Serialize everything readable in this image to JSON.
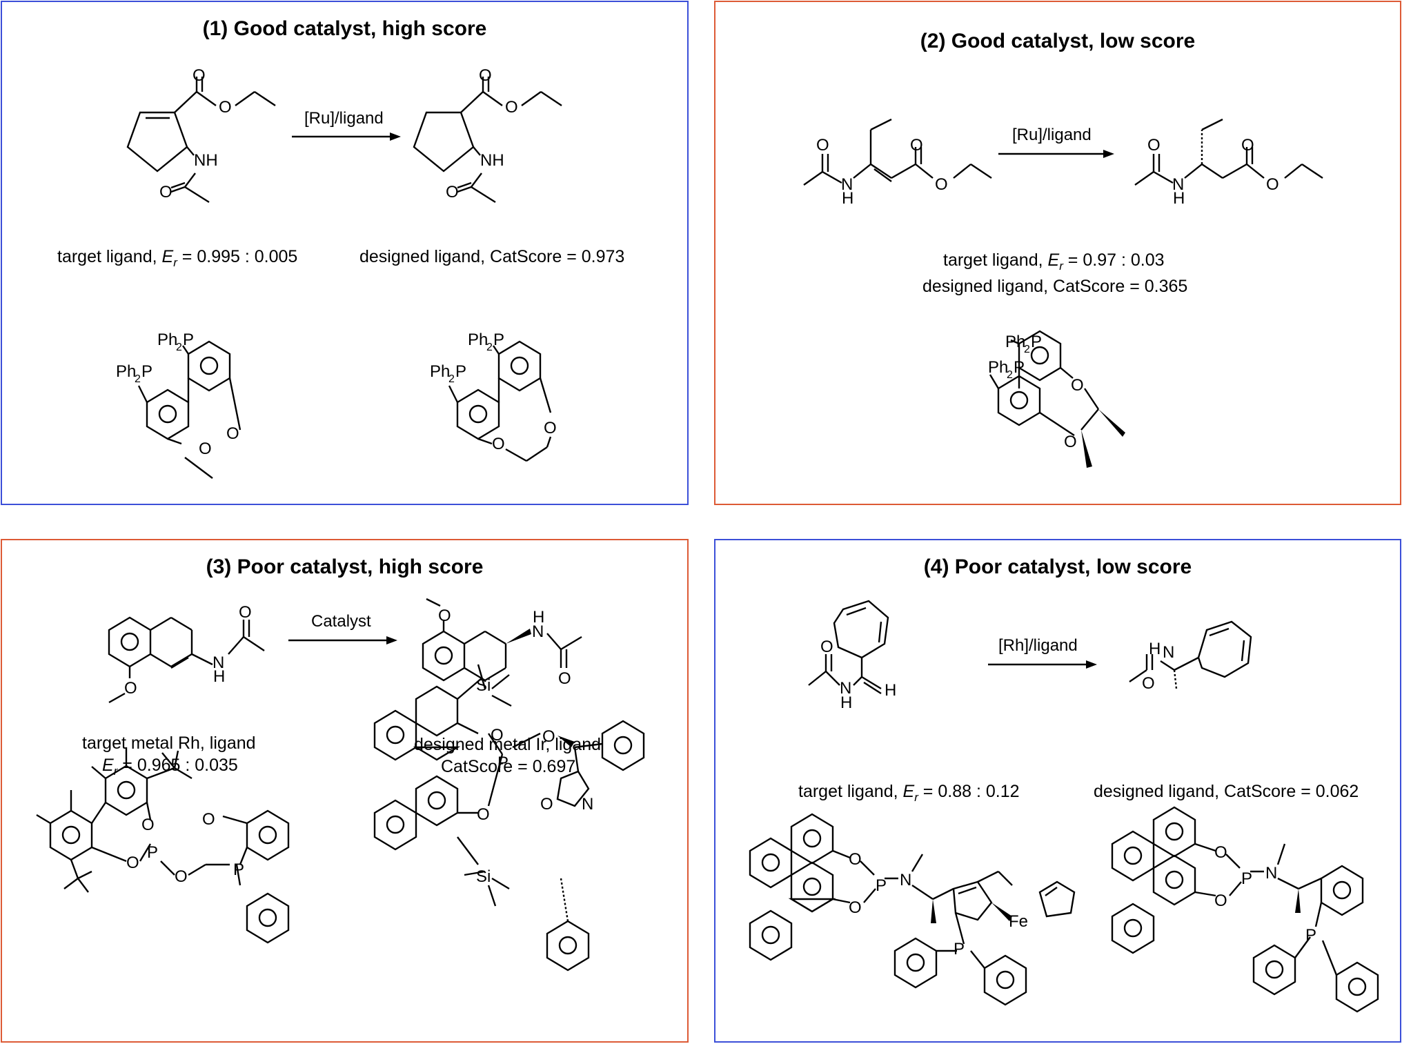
{
  "panels": [
    {
      "title": "(1) Good catalyst, high score",
      "arrow_label": "[Ru]/ligand",
      "target_prefix": "target ligand, ",
      "er_symbol": "E",
      "er_sub": "r",
      "target_value": " = 0.995 : 0.005",
      "designed_label": "designed ligand, CatScore = 0.973"
    },
    {
      "title": "(2) Good catalyst, low score",
      "arrow_label": "[Ru]/ligand",
      "target_prefix": "target ligand, ",
      "er_symbol": "E",
      "er_sub": "r",
      "target_value": " = 0.97 : 0.03",
      "designed_label": "designed ligand, CatScore = 0.365"
    },
    {
      "title": "(3) Poor catalyst, high score",
      "arrow_label": "Catalyst",
      "target_line1": "target metal Rh, ligand",
      "er_symbol": "E",
      "er_sub": "r",
      "target_value": " = 0.965 : 0.035",
      "designed_line1": "designed metal Ir, ligand",
      "designed_line2": "CatScore = 0.697"
    },
    {
      "title": "(4) Poor catalyst, low score",
      "arrow_label": "[Rh]/ligand",
      "target_prefix": "target ligand, ",
      "er_symbol": "E",
      "er_sub": "r",
      "target_value": " = 0.88 : 0.12",
      "designed_label": "designed ligand, CatScore = 0.062"
    }
  ],
  "atoms": {
    "O": "O",
    "NH": "NH",
    "N": "N",
    "H": "H",
    "P": "P",
    "Si": "Si",
    "Fe": "Fe",
    "Ph": "Ph",
    "sub2": "2"
  }
}
